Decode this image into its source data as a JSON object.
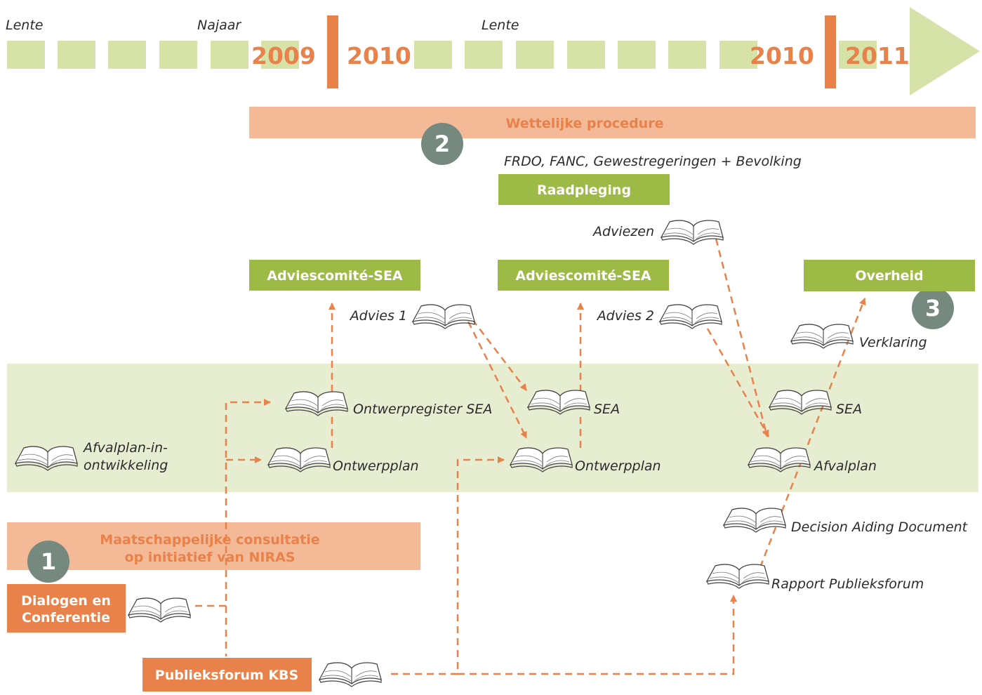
{
  "timeline": {
    "seasons": [
      "Lente",
      "Najaar",
      "Lente"
    ],
    "years_left": [
      "2009",
      "2010"
    ],
    "years_right": [
      "2010",
      "2011"
    ]
  },
  "banners": {
    "legal_procedure": "Wettelijke procedure",
    "consultation_line1": "Maatschappelijke consultatie",
    "consultation_line2": "op initiatief van NIRAS"
  },
  "steps": [
    "1",
    "2",
    "3"
  ],
  "consultation_parties": "FRDO, FANC, Gewestregeringen + Bevolking",
  "boxes": {
    "raadpleging": "Raadpleging",
    "advies_comite_1": "Adviescomité-SEA",
    "advies_comite_2": "Adviescomité-SEA",
    "overheid": "Overheid",
    "dialogen_line1": "Dialogen en",
    "dialogen_line2": "Conferentie",
    "publieksforum": "Publieksforum KBS"
  },
  "documents": {
    "adviezen": "Adviezen",
    "advies1": "Advies 1",
    "advies2": "Advies 2",
    "verklaring": "Verklaring",
    "ontwerpregister": "Ontwerpregister SEA",
    "sea1": "SEA",
    "sea2": "SEA",
    "afvalplan_in_1": "Afvalplan-in-",
    "afvalplan_in_2": "ontwikkeling",
    "ontwerpplan1": "Ontwerpplan",
    "ontwerpplan2": "Ontwerpplan",
    "afvalplan": "Afvalplan",
    "decision_aiding": "Decision Aiding Document",
    "rapport_publieksforum": "Rapport Publieksforum"
  },
  "colors": {
    "orange": "#e8824a",
    "salmon": "#f4b996",
    "green_box": "#9cba45",
    "green_light": "#d6e2a8",
    "green_band": "#e6edd1",
    "step_circle": "#75897f"
  }
}
